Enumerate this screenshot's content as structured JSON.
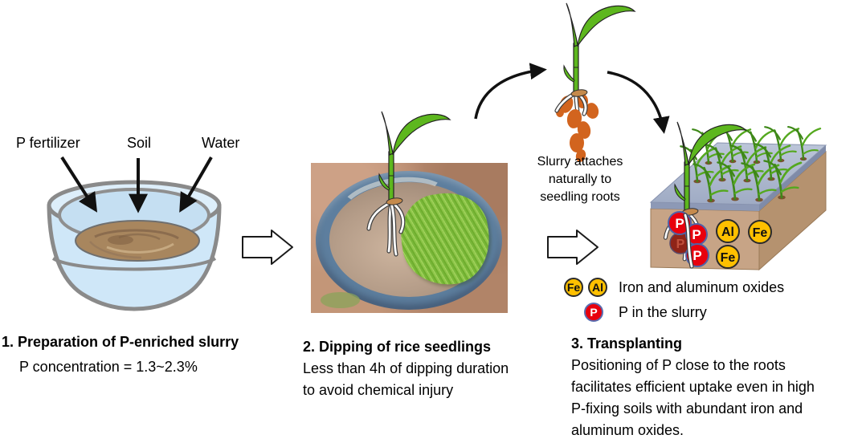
{
  "stage1": {
    "labels": {
      "p_fertilizer": "P fertilizer",
      "soil": "Soil",
      "water": "Water"
    },
    "title": "1. Preparation of P-enriched slurry",
    "subtitle": "P concentration = 1.3~2.3%"
  },
  "stage2": {
    "title": "2. Dipping of rice seedlings",
    "desc": [
      "Less than 4h of dipping duration",
      "to avoid chemical injury"
    ]
  },
  "stage3": {
    "slurry_note": [
      "Slurry attaches",
      "naturally to",
      "seedling roots"
    ],
    "title": "3. Transplanting",
    "desc": [
      "Positioning of P close to the roots",
      "facilitates efficient uptake even in high",
      "P-fixing soils with abundant iron and",
      "aluminum oxides."
    ],
    "particles": {
      "p": "P",
      "al": "Al",
      "fe": "Fe"
    },
    "legend": [
      {
        "icons": [
          "Fe",
          "Al"
        ],
        "label": "Iron and aluminum oxides"
      },
      {
        "icons": [
          "P"
        ],
        "label": "P in the slurry"
      }
    ]
  },
  "colors": {
    "p_red": "#e8000d",
    "p_dark": "#8f2418",
    "metal_yellow": "#ffc000",
    "leaf_green": "#5db71e",
    "water_top": "#9fabc4",
    "soil_front": "#c7a486",
    "soil_side": "#b5926f",
    "bowl_blue": "#cfe7f8",
    "slurry_brown": "#a8865e",
    "slurry_orange": "#d2641e"
  }
}
